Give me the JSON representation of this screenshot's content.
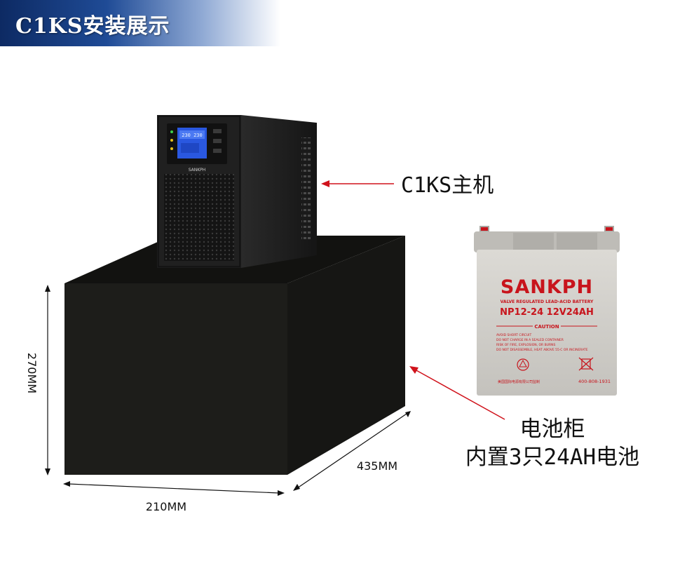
{
  "banner": {
    "title": "C1KS安装展示"
  },
  "ups": {
    "brand": "SANKPH",
    "screen_text": "230 230",
    "callout": "C1KS主机"
  },
  "battery": {
    "brand": "SANKPH",
    "line1": "VALVE REGULATED LEAD-ACID BATTERY",
    "model": "NP12-24 12V24AH",
    "caution_title": "CAUTION",
    "caution_lines": [
      "AVOID SHORT CIRCUIT",
      "DO NOT CHARGE IN A SEALED CONTAINER",
      "RISK OF FIRE, EXPLOSION, OR BURNS",
      "DO NOT DISASSEMBLE, HEAT ABOVE 55·C OR INCINERATE"
    ],
    "maker": "美国国际电源有限公司监制",
    "phone": "400-808-1931"
  },
  "cabinet": {
    "callout_line1": "电池柜",
    "callout_line2": "内置3只24AH电池"
  },
  "dimensions": {
    "height": "270MM",
    "width": "210MM",
    "depth": "435MM"
  },
  "colors": {
    "banner_dark": "#0d2a63",
    "cabinet_front": "#1b1b18",
    "cabinet_top": "#121210",
    "arrow_red": "#d0121b",
    "battery_case": "#cfcdc8",
    "battery_red": "#c8141c",
    "lcd_blue": "#2a58e0"
  }
}
